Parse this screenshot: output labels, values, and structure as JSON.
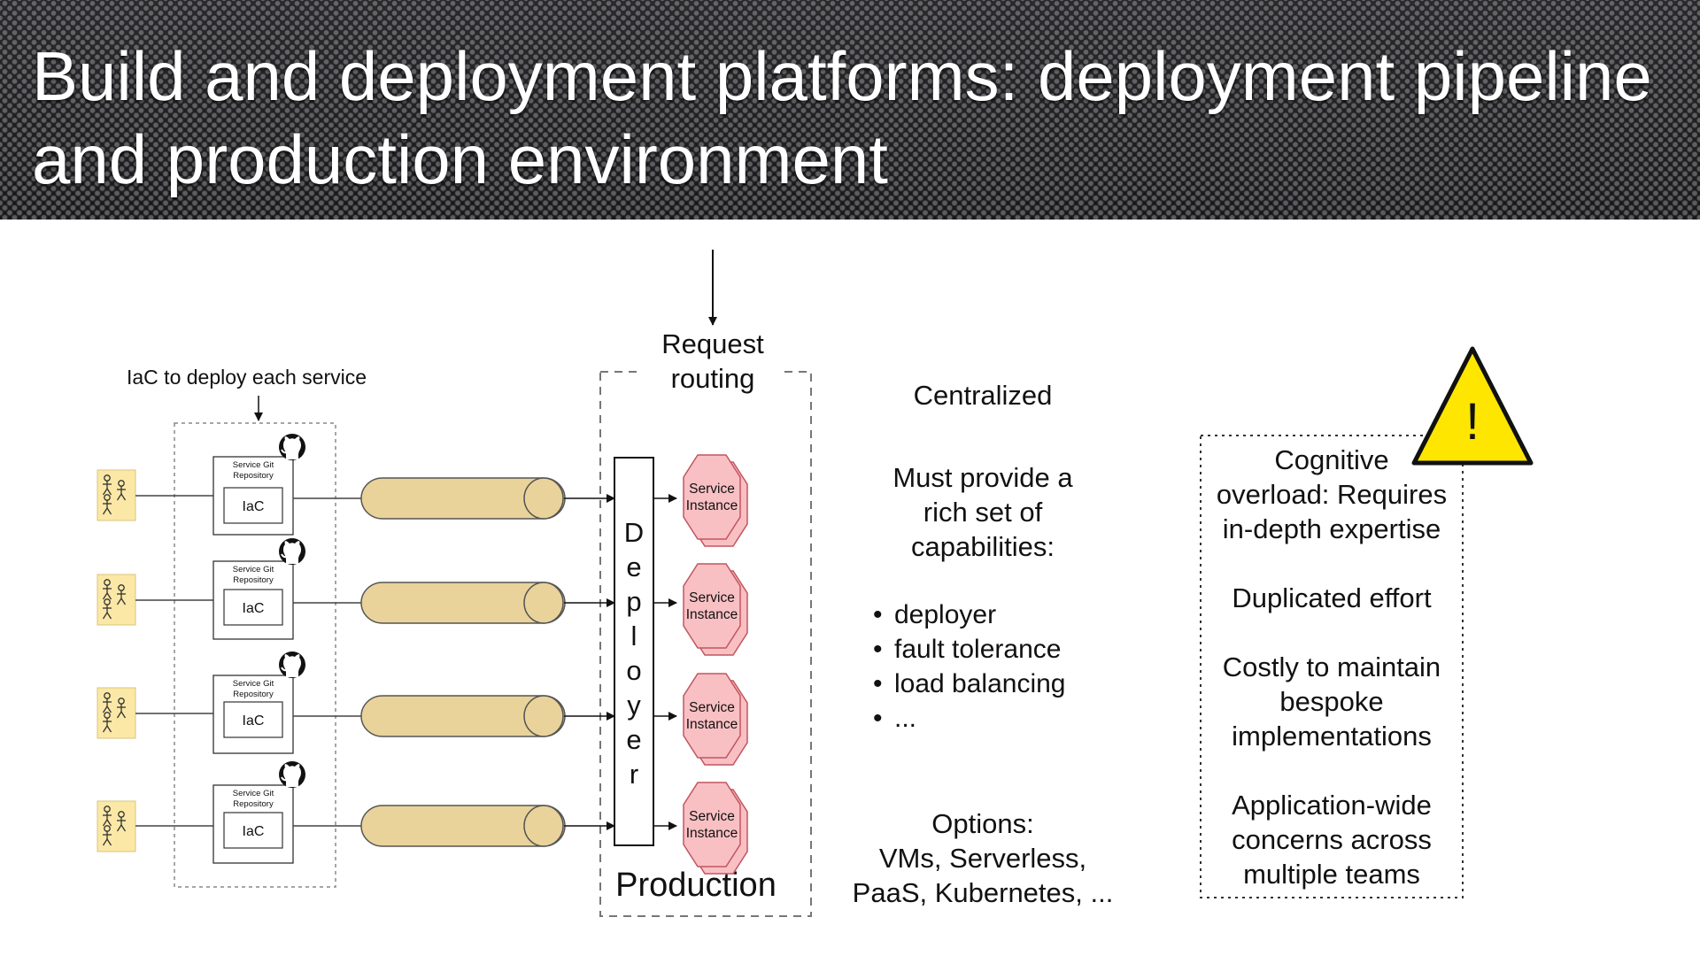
{
  "title": {
    "line1": "Build and deployment platforms: deployment pipeline",
    "line2": "and production environment"
  },
  "left": {
    "iac_caption": "IaC to deploy each service",
    "repo_label_line1": "Service Git",
    "repo_label_line2": "Repository",
    "iac_label": "IaC"
  },
  "production": {
    "request_routing_line1": "Request",
    "request_routing_line2": "routing",
    "deployer_letters": [
      "D",
      "e",
      "p",
      "l",
      "o",
      "y",
      "e",
      "r"
    ],
    "service_line1": "Service",
    "service_line2": "Instance",
    "label": "Production"
  },
  "centralized": {
    "heading": "Centralized",
    "must_line1": "Must provide a",
    "must_line2": "rich set of",
    "must_line3": "capabilities:",
    "bullets": [
      "deployer",
      "fault tolerance",
      "load balancing",
      "..."
    ],
    "options_line1": "Options:",
    "options_line2": "VMs, Serverless,",
    "options_line3": "PaaS, Kubernetes, ..."
  },
  "warnings": {
    "exclamation": "!",
    "cognitive_line1": "Cognitive",
    "cognitive_line2": "overload: Requires",
    "cognitive_line3": "in-depth expertise",
    "duplicated": "Duplicated effort",
    "costly_line1": "Costly to maintain",
    "costly_line2": "bespoke",
    "costly_line3": "implementations",
    "appwide_line1": "Application-wide",
    "appwide_line2": "concerns across",
    "appwide_line3": "multiple teams"
  },
  "colors": {
    "team_box": "#fbe8a6",
    "pipeline": "#e9d39a",
    "service_hex": "#f9c0c4",
    "service_hex_stroke": "#c2555e",
    "warning_yellow": "#ffe600"
  },
  "icons": {
    "team": "team-icon",
    "github": "github-icon",
    "warning": "warning-triangle-icon"
  }
}
